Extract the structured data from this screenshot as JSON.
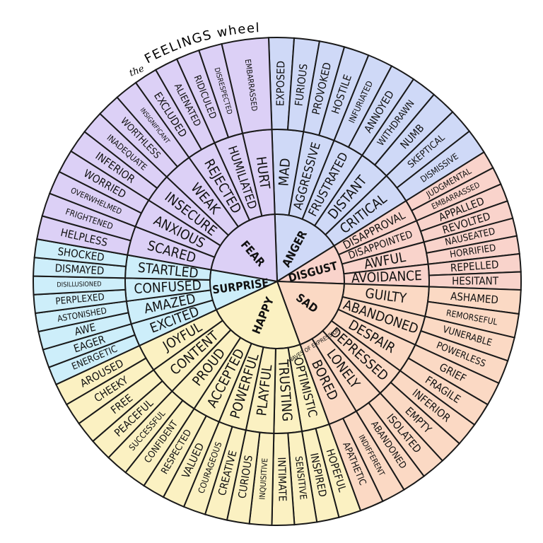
{
  "title": {
    "prefix": "the",
    "main": "FEELINGS wheel"
  },
  "colors": {
    "anger": "#cfd9f7",
    "disgust": "#f9d3cb",
    "sad": "#fbd9c4",
    "happy": "#fbf1c2",
    "surprise": "#cdeefa",
    "fear": "#dcd0f6",
    "outline": "#1a1a1a"
  },
  "wheel": {
    "sectors": [
      {
        "core": "ANGER",
        "middle": [
          {
            "label": "MAD",
            "outer": [
              "EXPOSED",
              "FURIOUS"
            ]
          },
          {
            "label": "AGGRESSIVE",
            "outer": [
              "PROVOKED",
              "HOSTILE"
            ]
          },
          {
            "label": "FRUSTRATED",
            "outer": [
              "INFURIATED",
              "ANNOYED"
            ]
          },
          {
            "label": "DISTANT",
            "outer": [
              "WITHDRAWN",
              "NUMB"
            ]
          },
          {
            "label": "CRITICAL",
            "outer": [
              "SKEPTICAL",
              "DISMISSIVE"
            ]
          }
        ]
      },
      {
        "core": "DISGUST",
        "middle": [
          {
            "label": "DISAPPROVAL",
            "outer": [
              "JUDGMENTAL",
              "EMBARRASSED"
            ]
          },
          {
            "label": "DISAPPOINTED",
            "outer": [
              "APPALLED",
              "REVOLTED"
            ]
          },
          {
            "label": "AWFUL",
            "outer": [
              "NAUSEATED",
              "HORRIFIED"
            ]
          },
          {
            "label": "AVOIDANCE",
            "outer": [
              "REPELLED",
              "HESITANT"
            ]
          }
        ]
      },
      {
        "core": "SAD",
        "middle": [
          {
            "label": "GUILTY",
            "outer": [
              "ASHAMED",
              "REMORSEFUL"
            ]
          },
          {
            "label": "ABANDONED",
            "outer": [
              "VUNERABLE",
              "POWERLESS"
            ]
          },
          {
            "label": "DESPAIR",
            "outer": [
              "GRIEF",
              "FRAGILE"
            ]
          },
          {
            "label": "DEPRESSED",
            "outer": [
              "INFERIOR",
              "EMPTY"
            ]
          },
          {
            "label": "LONELY",
            "outer": [
              "ISOLATED",
              "ABANDONED"
            ]
          },
          {
            "label": "BORED",
            "outer": [
              "INDIFFERENT",
              "APATHETIC"
            ]
          }
        ]
      },
      {
        "core": "HAPPY",
        "middle": [
          {
            "label": "OPTIMISTIC",
            "outer": [
              "HOPEFUL",
              "INSPIRED"
            ]
          },
          {
            "label": "TRUSTING",
            "outer": [
              "SENSITIVE",
              "INTIMATE"
            ]
          },
          {
            "label": "PLAYFUL",
            "outer": [
              "INQUISITIVE",
              "CURIOUS"
            ]
          },
          {
            "label": "POWERFUL",
            "outer": [
              "CREATIVE",
              "COURAGEOUS"
            ]
          },
          {
            "label": "ACCEPTED",
            "outer": [
              "VALUED",
              "RESPECTED"
            ]
          },
          {
            "label": "PROUD",
            "outer": [
              "CONFIDENT",
              "SUCCESSFUL"
            ]
          },
          {
            "label": "CONTENT",
            "outer": [
              "PEACEFUL",
              "FREE"
            ]
          },
          {
            "label": "JOYFUL",
            "outer": [
              "CHEEKY",
              "AROUSED"
            ]
          }
        ]
      },
      {
        "core": "SURPRISE",
        "middle": [
          {
            "label": "EXCITED",
            "outer": [
              "ENERGETIC",
              "EAGER"
            ]
          },
          {
            "label": "AMAZED",
            "outer": [
              "AWE",
              "ASTONISHED"
            ]
          },
          {
            "label": "CONFUSED",
            "outer": [
              "PERPLEXED",
              "DISILLUSIONED"
            ]
          },
          {
            "label": "STARTLED",
            "outer": [
              "DISMAYED",
              "SHOCKED"
            ]
          }
        ]
      },
      {
        "core": "FEAR",
        "middle": [
          {
            "label": "SCARED",
            "outer": [
              "HELPLESS",
              "FRIGHTENED"
            ]
          },
          {
            "label": "ANXIOUS",
            "outer": [
              "OVERWHELMED",
              "WORRIED"
            ]
          },
          {
            "label": "INSECURE",
            "outer": [
              "INFERIOR",
              "INADEQUATE"
            ]
          },
          {
            "label": "WEAK",
            "outer": [
              "WORTHLESS",
              "INSIGNIFICANT"
            ]
          },
          {
            "label": "REJECTED",
            "outer": [
              "EXCLUDED",
              "ALIENATED"
            ]
          },
          {
            "label": "HUMILIATED",
            "outer": [
              "RIDICULED",
              "DISRESPECTED"
            ]
          },
          {
            "label": "HURT",
            "outer": [
              "EMBARRASSED"
            ]
          }
        ]
      }
    ],
    "extra_outer_note": "EMBARRASSED",
    "annotation": "WAVES OF EXPRESSION"
  }
}
